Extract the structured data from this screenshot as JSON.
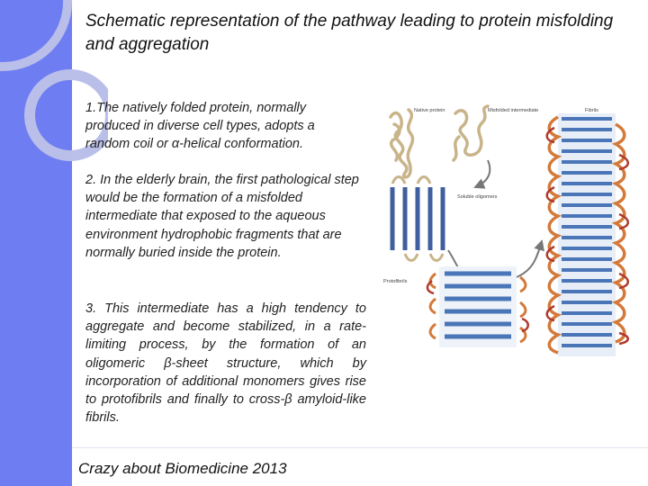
{
  "slide": {
    "title": "Schematic representation of the pathway leading to protein misfolding and aggregation",
    "paragraphs": [
      "1.The natively folded protein, normally produced in diverse cell types, adopts a random coil or α-helical conformation.",
      "2. In the elderly brain, the first pathological step would be the formation of a misfolded intermediate that exposed to the aqueous environment hydrophobic fragments that are normally buried inside the protein.",
      "3. This intermediate has a high tendency to aggregate and become stabilized, in a rate-limiting process, by the formation of an oligomeric β-sheet structure, which by incorporation of additional monomers gives rise to protofibrils and finally to cross-β amyloid-like fibrils."
    ],
    "footer": "Crazy about Biomedicine 2013"
  },
  "figure": {
    "labels": {
      "native": "Native protein",
      "misfolded": "Misfolded intermediate",
      "oligomers": "Soluble oligomers",
      "protofibrils": "Protofibrils",
      "fibrils": "Fibrils"
    }
  },
  "colors": {
    "sidebar": "#6f7df2",
    "decoration": "#b9bfe9",
    "strand_dark": "#3f5f9e",
    "strand_light": "#8fb3da",
    "coil_orange": "#d37a3a",
    "coil_red": "#b03a2e",
    "coil_tan": "#c9b48a",
    "arrow_gray": "#777777"
  }
}
